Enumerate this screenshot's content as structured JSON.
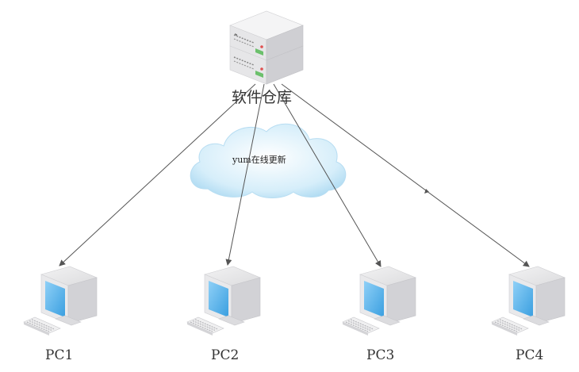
{
  "server": {
    "label": "软件仓库",
    "icon": "server-icon"
  },
  "cloud": {
    "label": "yum在线更新",
    "icon": "cloud-icon",
    "color": "#bfe3f5"
  },
  "clients": [
    {
      "label": "PC1",
      "icon": "pc-icon"
    },
    {
      "label": "PC2",
      "icon": "pc-icon"
    },
    {
      "label": "PC3",
      "icon": "pc-icon"
    },
    {
      "label": "PC4",
      "icon": "pc-icon"
    }
  ],
  "connections": [
    {
      "from": "软件仓库",
      "to": "PC1"
    },
    {
      "from": "软件仓库",
      "to": "PC2"
    },
    {
      "from": "软件仓库",
      "to": "PC3"
    },
    {
      "from": "软件仓库",
      "to": "PC4"
    }
  ],
  "colors": {
    "edge": "#555555",
    "screen": "#5ab4ec",
    "device": "#e4e4e6"
  }
}
